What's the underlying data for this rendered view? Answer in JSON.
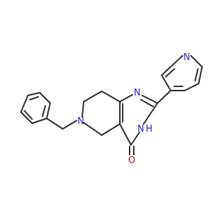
{
  "colors": {
    "background": "#ffffff",
    "bond": "#2a2a2a",
    "nitrogen": "#1f1fd4",
    "oxygen": "#d40000"
  },
  "atoms": {
    "n_pyridine": "N",
    "n_pyrimidine_top": "N",
    "nh": "N",
    "nh_h": "H",
    "n_ring": "N",
    "o_carbonyl": "O"
  }
}
